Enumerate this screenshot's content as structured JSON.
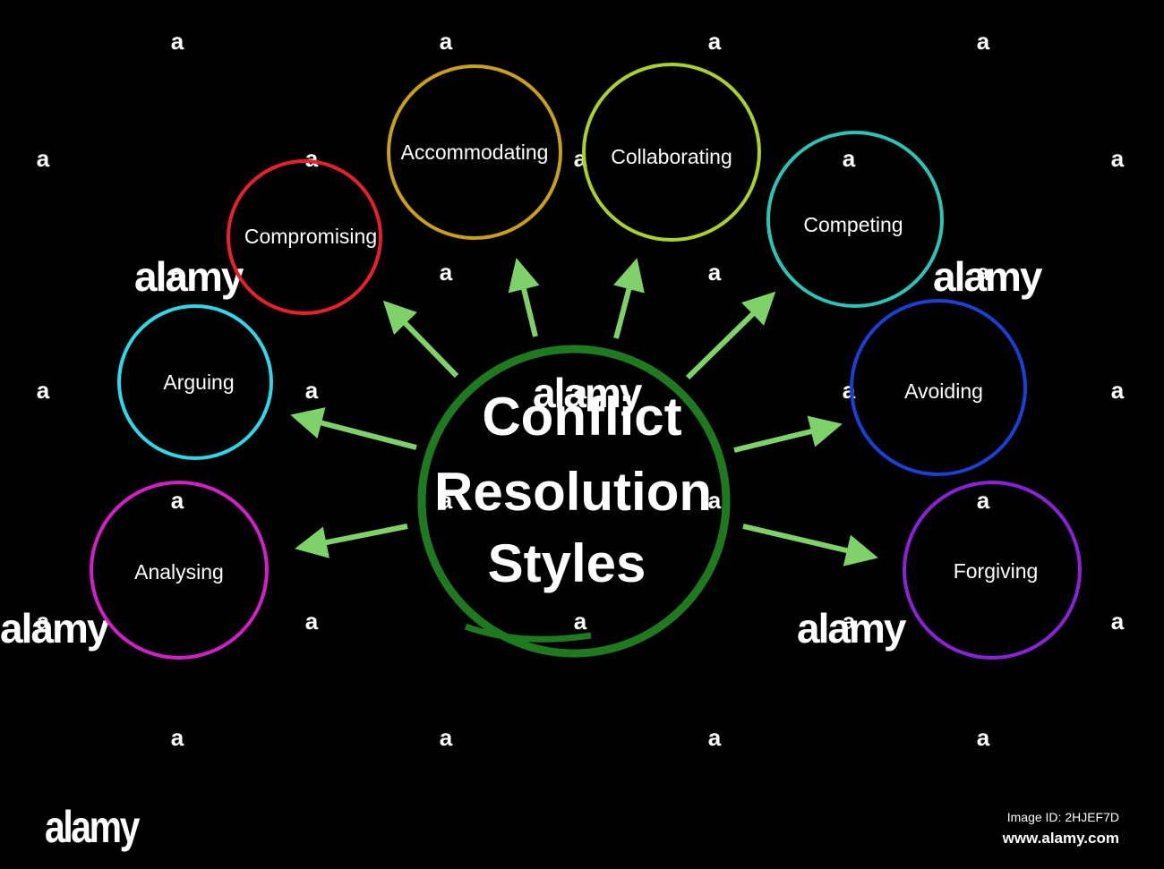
{
  "diagram": {
    "center": {
      "lines": [
        "Conflict",
        "Resolution",
        "Styles"
      ],
      "color": "#1f7a1f"
    },
    "arrow_color": "#7fd16a",
    "nodes": [
      {
        "label": "Compromising",
        "color": "#e8202c"
      },
      {
        "label": "Accommodating",
        "color": "#c9a01a"
      },
      {
        "label": "Collaborating",
        "color": "#a9d12a"
      },
      {
        "label": "Competing",
        "color": "#2bc4b6"
      },
      {
        "label": "Arguing",
        "color": "#2fd8e6"
      },
      {
        "label": "Avoiding",
        "color": "#1c3fd8"
      },
      {
        "label": "Analysing",
        "color": "#d21fc8"
      },
      {
        "label": "Forgiving",
        "color": "#8a22d8"
      }
    ]
  },
  "watermark": {
    "text": "alamy",
    "letter": "a"
  },
  "footer": {
    "logo": "alamy",
    "image_id": "Image ID: 2HJEF7D",
    "url": "www.alamy.com"
  }
}
